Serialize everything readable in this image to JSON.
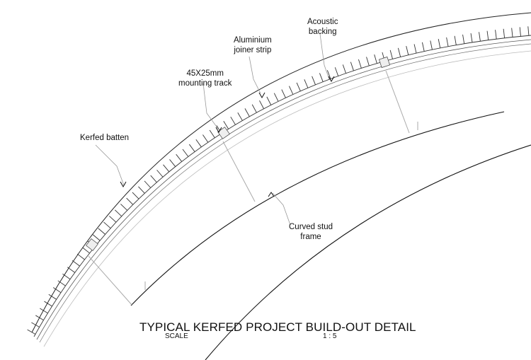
{
  "drawing": {
    "title": "TYPICAL KERFED PROJECT BUILD-OUT DETAIL",
    "scale_label": "SCALE",
    "scale_value": "1 : 5"
  },
  "callouts": [
    {
      "id": "kerfed-batten",
      "line1": "Kerfed batten",
      "line2": ""
    },
    {
      "id": "mounting-track",
      "line1": "45X25mm",
      "line2": "mounting track"
    },
    {
      "id": "joiner-strip",
      "line1": "Aluminium",
      "line2": "joiner strip"
    },
    {
      "id": "acoustic-backing",
      "line1": "Acoustic",
      "line2": "backing"
    },
    {
      "id": "stud-frame",
      "line1": "Curved stud",
      "line2": "frame"
    }
  ]
}
